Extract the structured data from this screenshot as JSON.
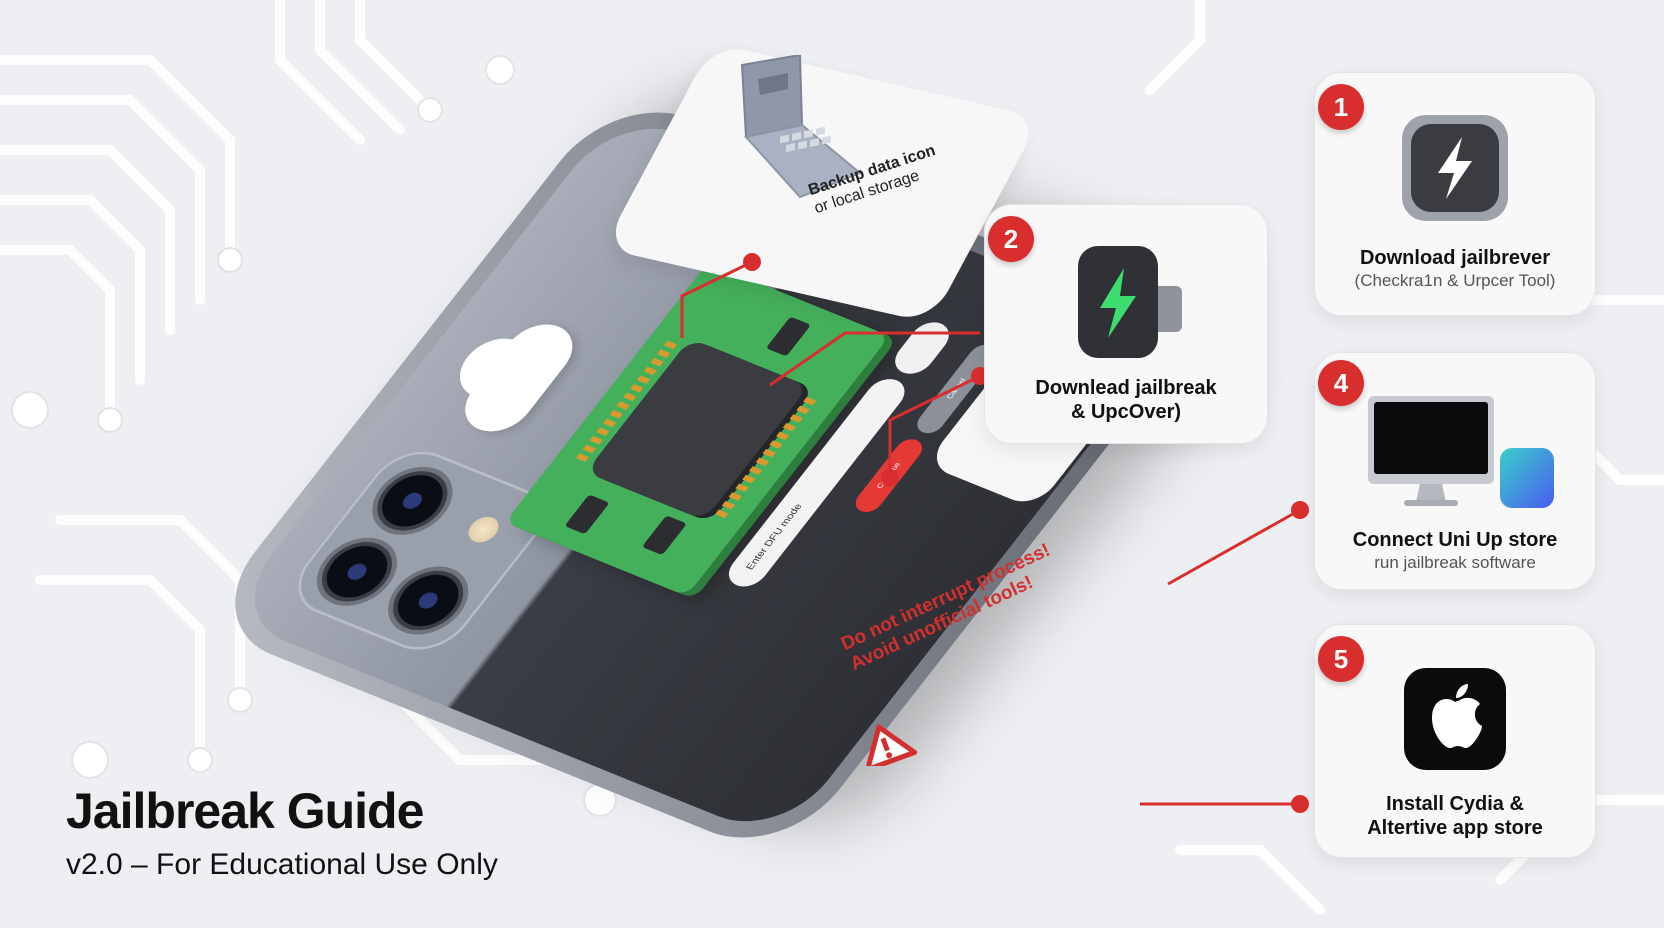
{
  "header": {
    "title": "Jailbreak Guide",
    "subtitle": "v2.0 – For Educational Use Only"
  },
  "backup": {
    "line1": "Backup data icon",
    "line2": "or local storage"
  },
  "steps": [
    {
      "number": "1",
      "title": "Download jailbrever",
      "subtitle": "(Checkra1n & Urpcer Tool)",
      "icon": "lightning-app-icon"
    },
    {
      "number": "2",
      "title": "Downlead jailbreak",
      "subtitle": "& UpcOver)",
      "icon": "lightning-device-icon"
    },
    {
      "number": "4",
      "title": "Connect Uni Up store",
      "subtitle": "run jailbreak software",
      "icon": "computer-monitor-icon"
    },
    {
      "number": "5",
      "title": "Install Cydia &",
      "subtitle": "Altertive app store",
      "icon": "apple-logo-icon"
    }
  ],
  "phone": {
    "mode_label": "Enter DFU mode",
    "plus_label": "+",
    "red_button_label": "Continue",
    "grey_button_label": "Cancel",
    "warning_line1": "Do not interrupt process!",
    "warning_line2": "Avoid unofficial tools!"
  },
  "colors": {
    "accent_red": "#d92e2e",
    "board_green": "#45b05c",
    "background": "#eeeff2"
  }
}
